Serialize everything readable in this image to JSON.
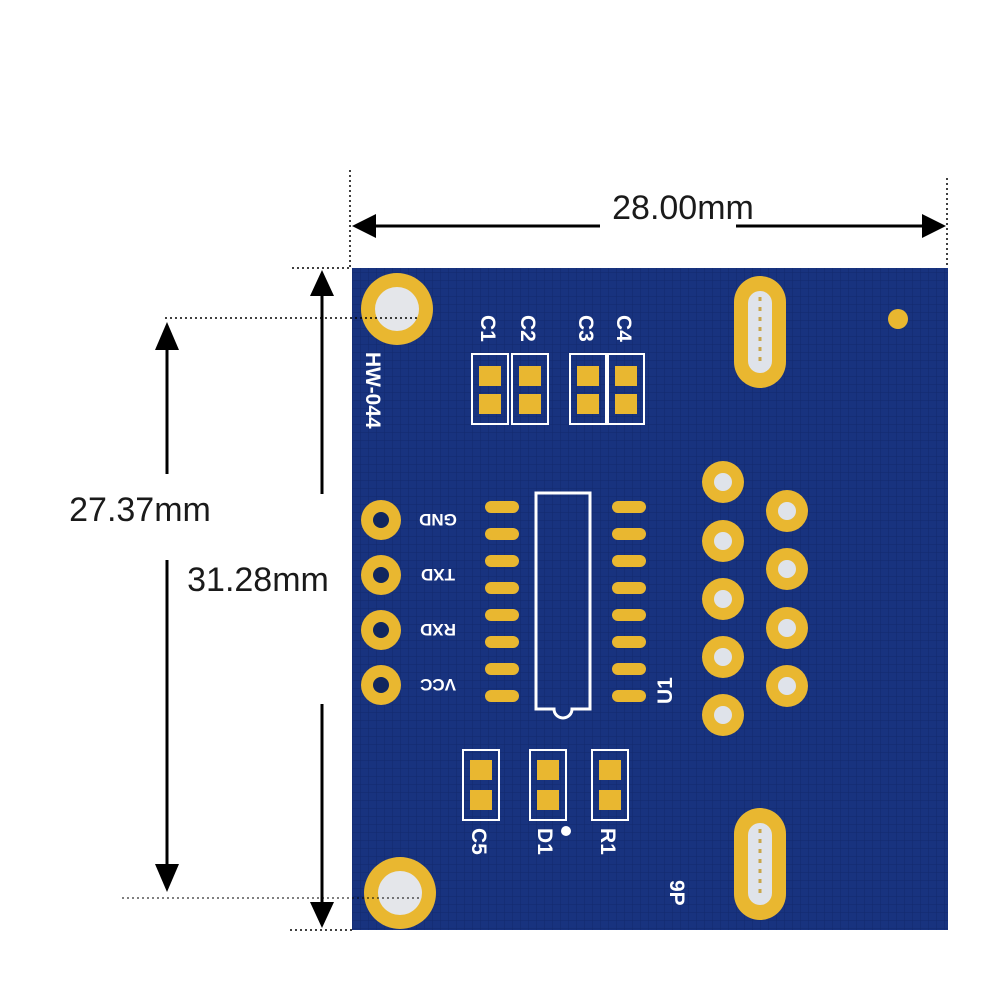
{
  "dimensions": {
    "width_label": "28.00mm",
    "height_hole_label": "27.37mm",
    "height_board_label": "31.28mm"
  },
  "board": {
    "model": "HW-044",
    "pins": [
      "GND",
      "TXD",
      "RXD",
      "VCC"
    ],
    "ic": "U1",
    "components": {
      "c1": "C1",
      "c2": "C2",
      "c3": "C3",
      "c4": "C4",
      "c5": "C5",
      "d1": "D1",
      "r1": "R1"
    },
    "connector": "9P"
  },
  "colors": {
    "pcb": "#16307a",
    "pcb_dark": "#0e2260",
    "gold": "#e9b730",
    "pad_hole": "#dfe3ea",
    "silkscreen": "#ffffff",
    "dimension_line": "#000000"
  }
}
